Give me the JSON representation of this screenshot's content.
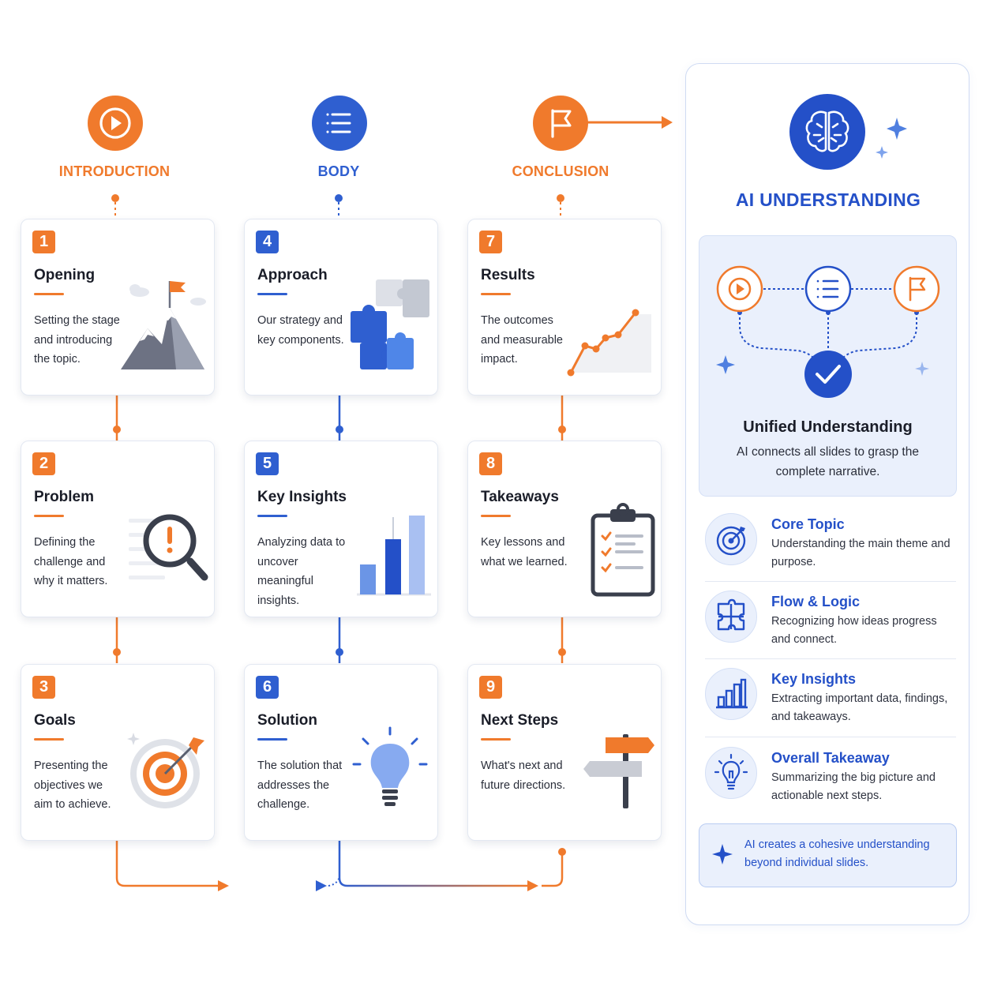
{
  "colors": {
    "orange": "#f07a2c",
    "blue": "#2f5fd0",
    "ai_blue": "#2450c8",
    "light_blue": "#eaf0fc"
  },
  "timeline": [
    {
      "label": "INTRODUCTION",
      "icon": "play-icon",
      "color": "orange"
    },
    {
      "label": "BODY",
      "icon": "list-icon",
      "color": "blue"
    },
    {
      "label": "CONCLUSION",
      "icon": "flag-icon",
      "color": "orange"
    }
  ],
  "cards": [
    {
      "number": "1",
      "title": "Opening",
      "desc": "Setting the stage and introducing the topic.",
      "icon": "mountain-flag-icon"
    },
    {
      "number": "2",
      "title": "Problem",
      "desc": "Defining the challenge and why it matters.",
      "icon": "magnifier-alert-icon"
    },
    {
      "number": "3",
      "title": "Goals",
      "desc": "Presenting the objectives we aim to achieve.",
      "icon": "target-icon"
    },
    {
      "number": "4",
      "title": "Approach",
      "desc": "Our strategy and key components.",
      "icon": "puzzle-icon"
    },
    {
      "number": "5",
      "title": "Key Insights",
      "desc": "Analyzing data to uncover meaningful insights.",
      "icon": "bar-chart-icon"
    },
    {
      "number": "6",
      "title": "Solution",
      "desc": "The solution that addresses the challenge.",
      "icon": "lightbulb-icon"
    },
    {
      "number": "7",
      "title": "Results",
      "desc": "The outcomes and measurable impact.",
      "icon": "line-chart-icon"
    },
    {
      "number": "8",
      "title": "Takeaways",
      "desc": "Key lessons and what we learned.",
      "icon": "clipboard-checklist-icon"
    },
    {
      "number": "9",
      "title": "Next Steps",
      "desc": "What's next and future directions.",
      "icon": "signpost-icon"
    }
  ],
  "ai_panel": {
    "title": "AI UNDERSTANDING",
    "header_icon": "brain-icon",
    "unified": {
      "title": "Unified Understanding",
      "desc": "AI connects all slides to grasp the complete narrative."
    },
    "features": [
      {
        "title": "Core Topic",
        "desc": "Understanding the main theme and purpose.",
        "icon": "target-icon"
      },
      {
        "title": "Flow & Logic",
        "desc": "Recognizing how ideas progress and connect.",
        "icon": "puzzle-icon"
      },
      {
        "title": "Key Insights",
        "desc": "Extracting important data, findings, and takeaways.",
        "icon": "bar-chart-icon"
      },
      {
        "title": "Overall Takeaway",
        "desc": "Summarizing the big picture and actionable next steps.",
        "icon": "lightbulb-icon"
      }
    ],
    "callout": "AI creates a cohesive understanding beyond individual slides."
  }
}
